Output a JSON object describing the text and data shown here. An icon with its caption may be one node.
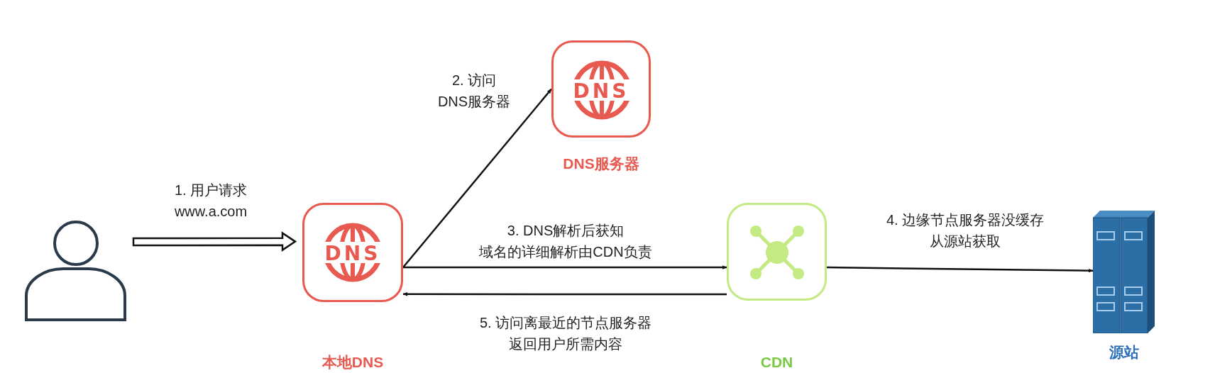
{
  "diagram": {
    "nodes": [
      {
        "text": [],
        "shape": "person"
      },
      {
        "text": [
          "DNS",
          "本地DNS"
        ]
      },
      {
        "text": [
          "DNS",
          "DNS服务器"
        ]
      },
      {
        "text": [
          "CDN"
        ]
      },
      {
        "text": [
          "源站"
        ]
      }
    ],
    "edges": [
      {
        "from": 0,
        "to": 1,
        "arrow": "to",
        "label": "1. 用户请求 www.a.com",
        "style": "thick"
      },
      {
        "from": 1,
        "to": 2,
        "arrow": "to",
        "label": "2. 访问 DNS服务器"
      },
      {
        "from": 1,
        "to": 3,
        "arrow": "to",
        "label": "3. DNS解析后获知域名的详细解析由CDN负责"
      },
      {
        "from": 3,
        "to": 4,
        "arrow": "to",
        "label": "4. 边缘节点服务器没缓存从源站获取"
      },
      {
        "from": 3,
        "to": 1,
        "arrow": "to",
        "label": "5. 访问离最近的节点服务器返回用户所需内容"
      }
    ]
  }
}
